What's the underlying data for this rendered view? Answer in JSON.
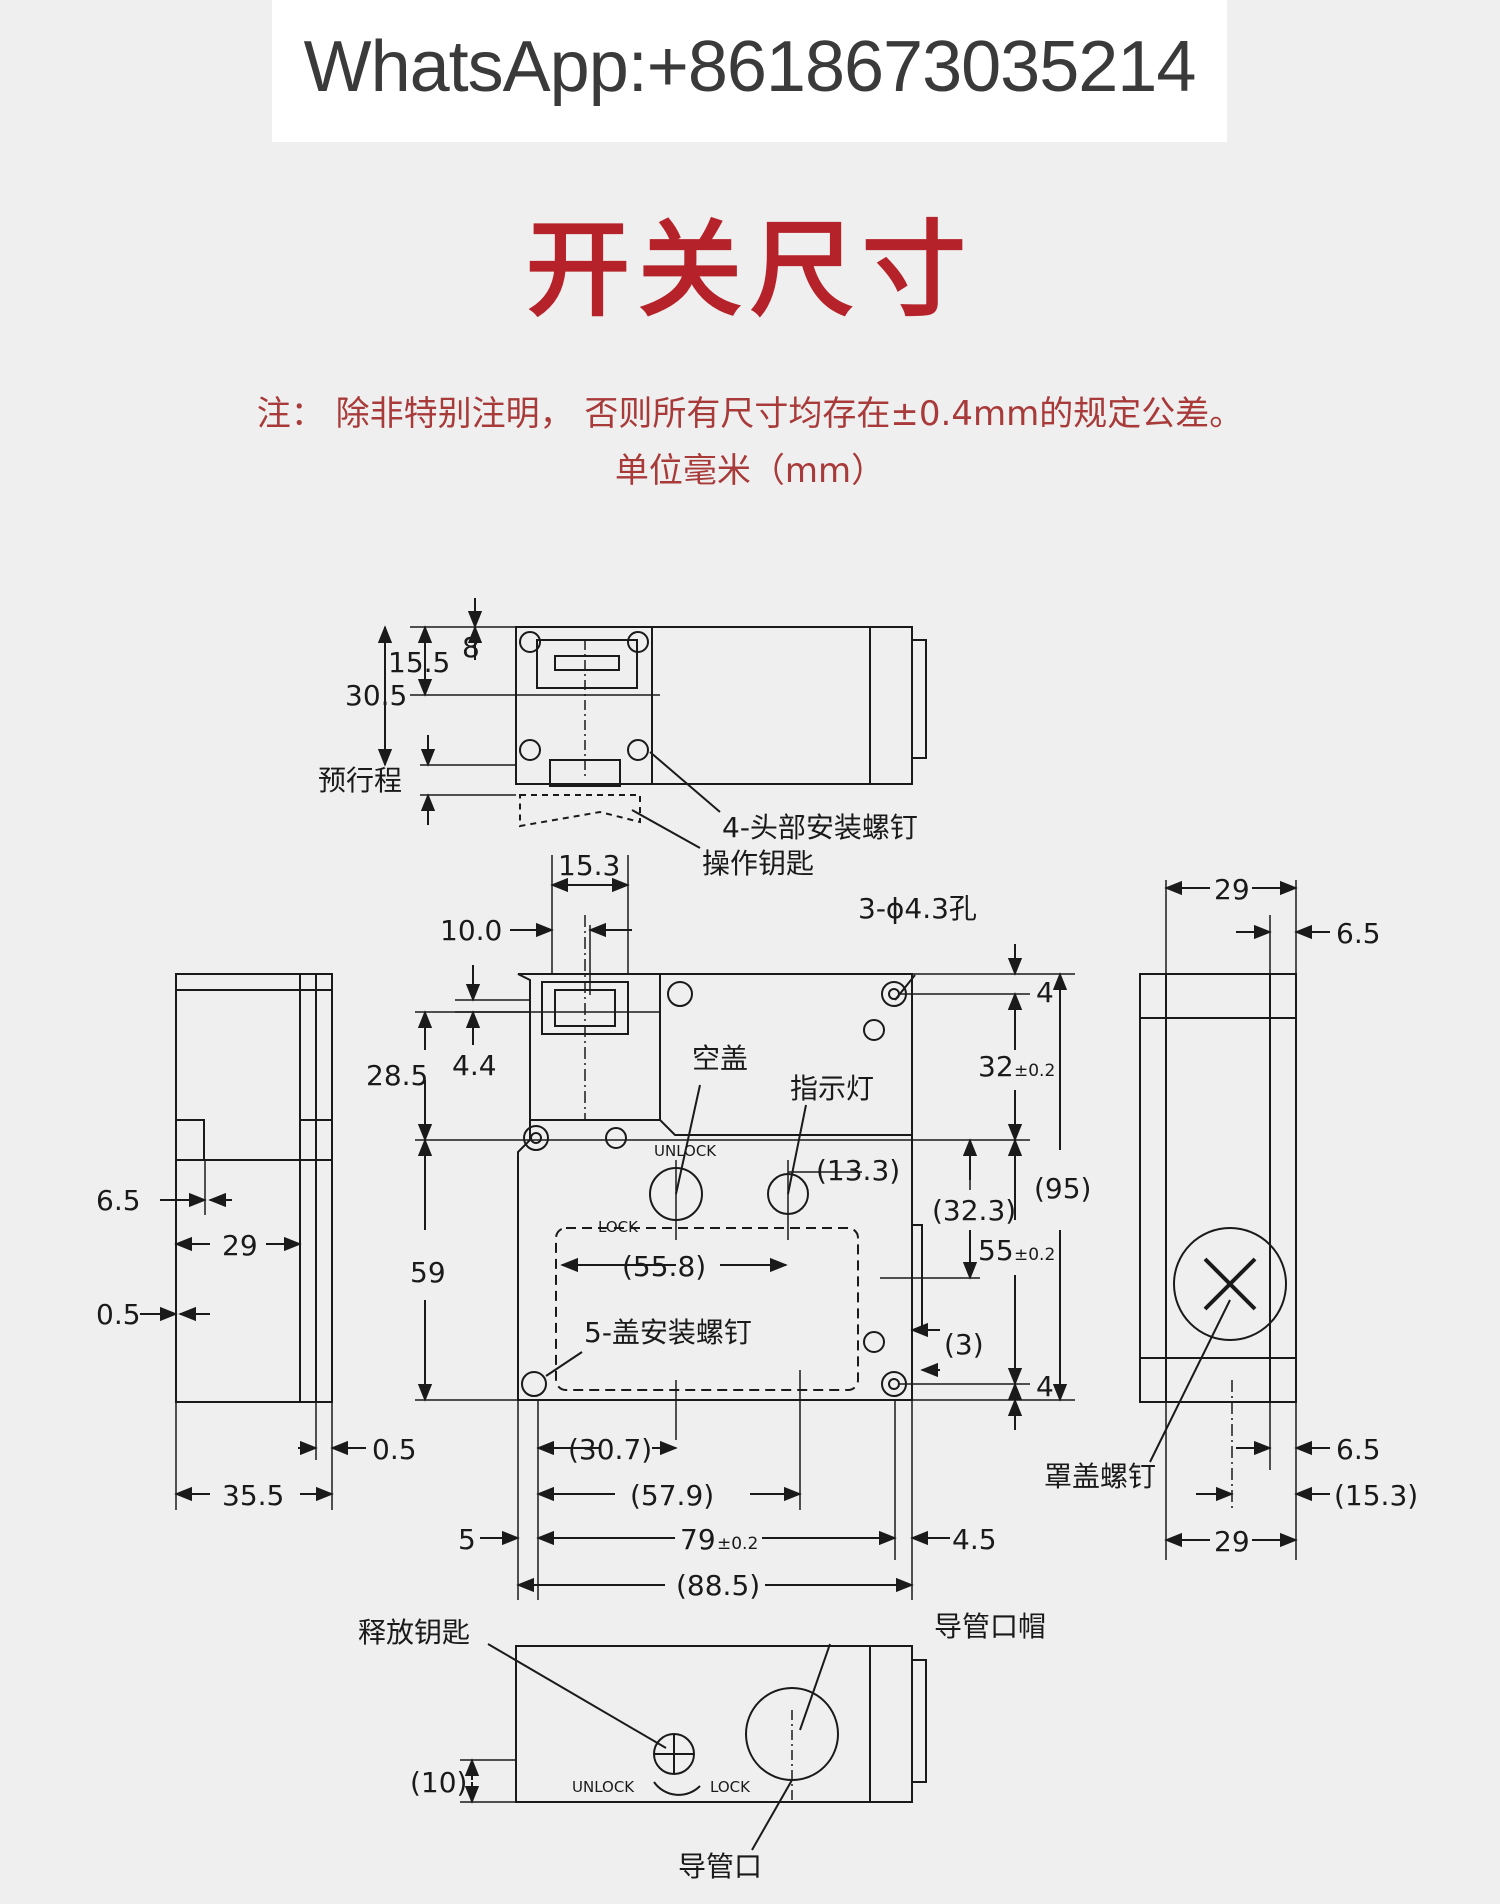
{
  "header": {
    "whatsapp": "WhatsApp:+8618673035214",
    "title": "开关尺寸",
    "note_line1": "注：  除非特别注明，  否则所有尺寸均存在±0.4mm的规定公差。",
    "note_line2": "单位毫米（mm）"
  },
  "colors": {
    "accent": "#b5222a",
    "note": "#a83a3a",
    "line": "#1a1a1a",
    "background": "#efefef"
  },
  "top_view": {
    "dim_8": "8",
    "dim_15_5": "15.5",
    "dim_30_5": "30.5",
    "pretravel": "预行程",
    "head_screws": "4-头部安装螺钉",
    "operating_key": "操作钥匙"
  },
  "front_view": {
    "dim_15_3": "15.3",
    "dim_10_0": "10.0",
    "dim_28_5": "28.5",
    "dim_4_4": "4.4",
    "dim_59": "59",
    "holes": "3-ϕ4.3孔",
    "blank_cover": "空盖",
    "indicator": "指示灯",
    "unlock": "UNLOCK",
    "lock": "LOCK",
    "dim_13_3": "(13.3)",
    "dim_55_8": "(55.8)",
    "dim_32_3": "(32.3)",
    "cover_screws": "5-盖安装螺钉",
    "dim_4_top": "4",
    "dim_32": "32",
    "tol_32": "±0.2",
    "dim_95": "(95)",
    "dim_55": "55",
    "tol_55": "±0.2",
    "dim_3": "(3)",
    "dim_4_bottom": "4",
    "dim_30_7": "(30.7)",
    "dim_57_9": "(57.9)",
    "dim_5": "5",
    "dim_79": "79",
    "tol_79": "±0.2",
    "dim_4_5": "4.5",
    "dim_88_5": "(88.5)"
  },
  "left_view": {
    "dim_6_5": "6.5",
    "dim_29": "29",
    "dim_0_5_a": "0.5",
    "dim_0_5_b": "0.5",
    "dim_35_5": "35.5"
  },
  "right_view": {
    "dim_29_top": "29",
    "dim_6_5_top": "6.5",
    "cover_screw": "罩盖螺钉",
    "dim_6_5_bottom": "6.5",
    "dim_15_3": "(15.3)",
    "dim_29_bottom": "29"
  },
  "bottom_view": {
    "release_key": "释放钥匙",
    "conduit_cap": "导管口帽",
    "dim_10": "(10)",
    "unlock": "UNLOCK",
    "lock": "LOCK",
    "conduit": "导管口"
  }
}
